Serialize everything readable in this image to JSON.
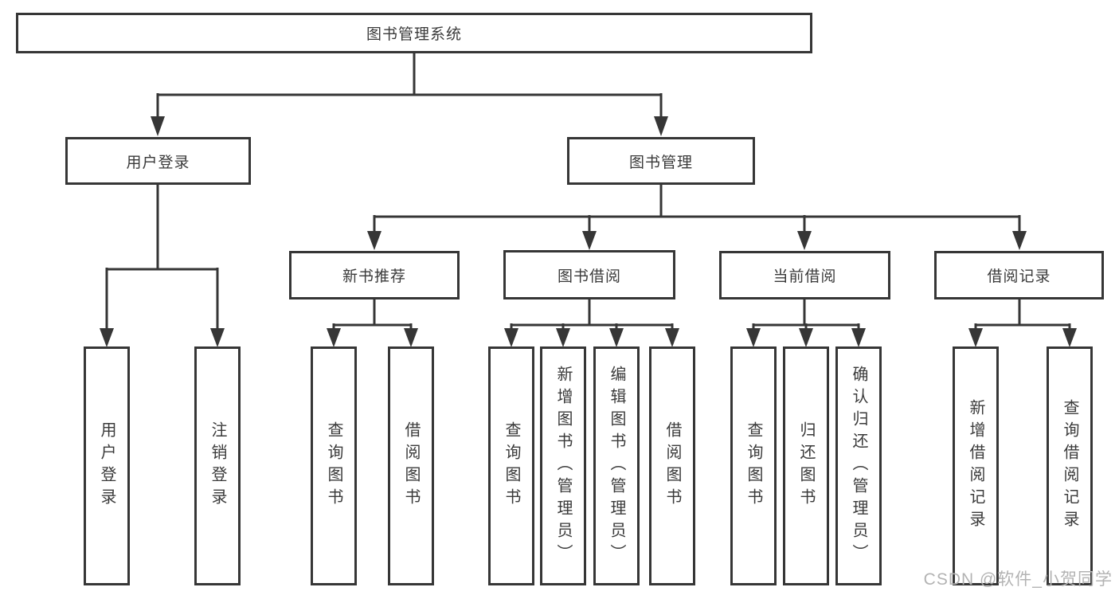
{
  "diagram": {
    "root": {
      "label": "图书管理系统"
    },
    "branches": [
      {
        "label": "用户登录",
        "children": [
          {
            "label": "用户登录"
          },
          {
            "label": "注销登录"
          }
        ]
      },
      {
        "label": "图书管理",
        "children": [
          {
            "label": "新书推荐",
            "children": [
              {
                "label": "查询图书"
              },
              {
                "label": "借阅图书"
              }
            ]
          },
          {
            "label": "图书借阅",
            "children": [
              {
                "label": "查询图书"
              },
              {
                "label": "新增图书（管理员）"
              },
              {
                "label": "编辑图书（管理员）"
              },
              {
                "label": "借阅图书"
              }
            ]
          },
          {
            "label": "当前借阅",
            "children": [
              {
                "label": "查询图书"
              },
              {
                "label": "归还图书"
              },
              {
                "label": "确认归还（管理员）"
              }
            ]
          },
          {
            "label": "借阅记录",
            "children": [
              {
                "label": "新增借阅记录"
              },
              {
                "label": "查询借阅记录"
              }
            ]
          }
        ]
      }
    ]
  },
  "watermark": {
    "text": "CSDN @软件_小贺同学"
  },
  "colors": {
    "line": "#363636",
    "box_border": "#363636",
    "text": "#3a3a3a",
    "watermark": "#b3b3b3",
    "background": "#ffffff"
  }
}
